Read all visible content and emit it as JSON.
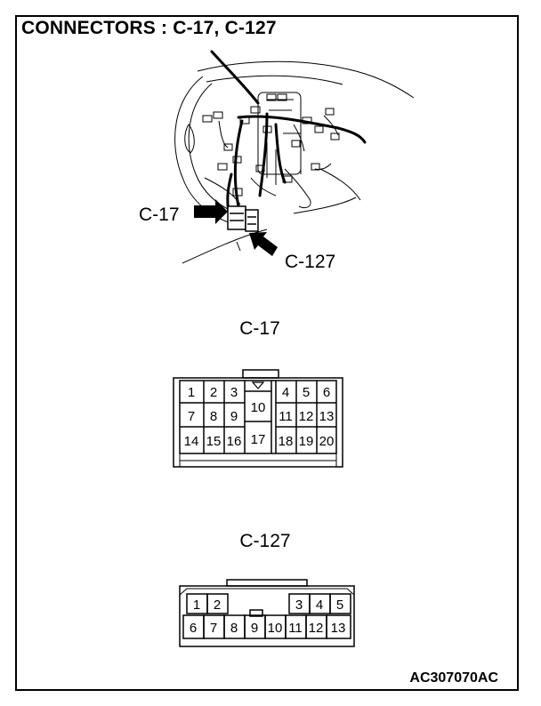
{
  "title": "CONNECTORS : C-17, C-127",
  "figure_code": "AC307070AC",
  "illustration": {
    "callouts": [
      "C-17",
      "C-127"
    ]
  },
  "connectors": [
    {
      "label": "C-17",
      "rows": [
        [
          "1",
          "2",
          "3",
          "",
          "4",
          "5",
          "6"
        ],
        [
          "7",
          "8",
          "9",
          "10",
          "11",
          "12",
          "13"
        ],
        [
          "14",
          "15",
          "16",
          "17",
          "18",
          "19",
          "20"
        ]
      ]
    },
    {
      "label": "C-127",
      "rows": [
        [
          "1",
          "2",
          "",
          "",
          "",
          "3",
          "4",
          "5"
        ],
        [
          "6",
          "7",
          "8",
          "9",
          "10",
          "11",
          "12",
          "13"
        ]
      ]
    }
  ]
}
